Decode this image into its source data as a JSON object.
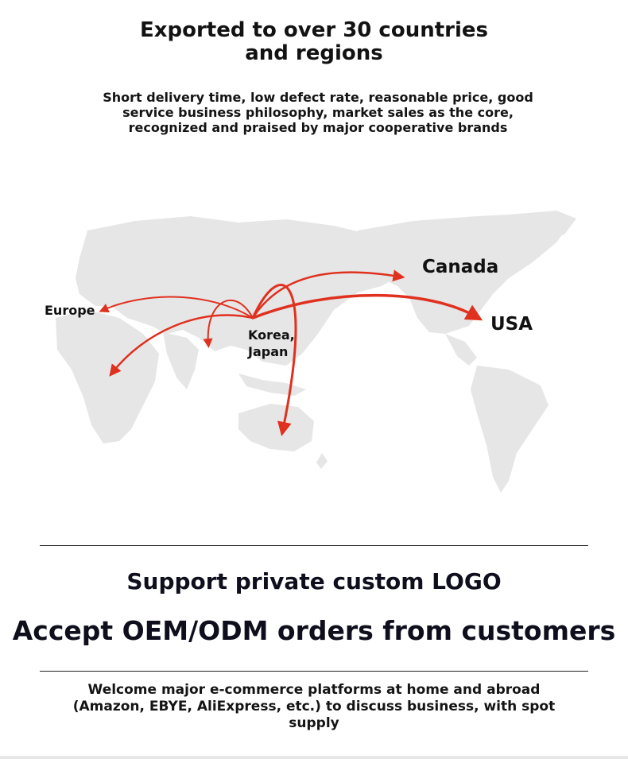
{
  "heading": {
    "title": "Exported to over 30 countries and regions",
    "subtitle": "Short delivery time, low defect rate, reasonable price, good service business philosophy, market sales as the core, recognized and praised by major cooperative brands"
  },
  "map": {
    "labels": {
      "europe": "Europe",
      "origin_line1": "Korea,",
      "origin_line2": "Japan",
      "canada": "Canada",
      "usa": "USA"
    },
    "land_color": "#e6e6e6",
    "arrow_color": "#e0301e"
  },
  "promo": {
    "logo_text": "Support private custom LOGO",
    "oem_text": "Accept OEM/ODM orders from customers"
  },
  "footer": {
    "text": "Welcome major e-commerce platforms at home and abroad (Amazon, EBYE, AliExpress, etc.) to discuss business, with spot supply"
  }
}
